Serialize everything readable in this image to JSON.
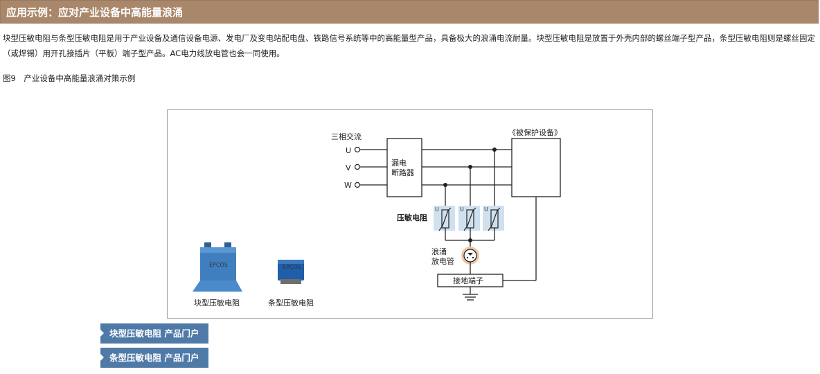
{
  "header": {
    "title": "应用示例：应对产业设备中高能量浪涌"
  },
  "intro": {
    "text": "块型压敏电阻与条型压敏电阻是用于产业设备及通信设备电源、发电厂及变电站配电盘、铁路信号系统等中的高能量型产品，具备极大的浪涌电流耐量。块型压敏电阻是放置于外壳内部的螺丝端子型产品，条型压敏电阻则是螺丝固定（或焊锡）用开孔接插片（平板）端子型产品。AC电力线放电管也会一同使用。"
  },
  "figure": {
    "caption": "图9　产业设备中高能量浪涌对策示例",
    "three_phase_label": "三相交流",
    "phase_u": "U",
    "phase_v": "V",
    "phase_w": "W",
    "breaker_line1": "漏电",
    "breaker_line2": "断路器",
    "protected_device": "《被保护设备》",
    "varistor_label": "压敏电阻",
    "varistor_u": "U",
    "surge_line1": "浪涌",
    "surge_line2": "放电管",
    "ground_terminal": "接地端子",
    "block_varistor_caption": "块型压敏电阻",
    "strip_varistor_caption": "条型压敏电阻",
    "block_brand": "EPCOS",
    "strip_brand": "EPCOS"
  },
  "links": [
    {
      "label": "块型压敏电阻 产品门户"
    },
    {
      "label": "条型压敏电阻 产品门户"
    }
  ],
  "colors": {
    "header_bg": "#a9876a",
    "link_bg": "#4f7aa8",
    "varistor_bg": "#cfe0ef",
    "surge_glow": "#f2c7a6",
    "block_varistor": "#3f7fc0",
    "strip_varistor": "#1f5ea8"
  }
}
